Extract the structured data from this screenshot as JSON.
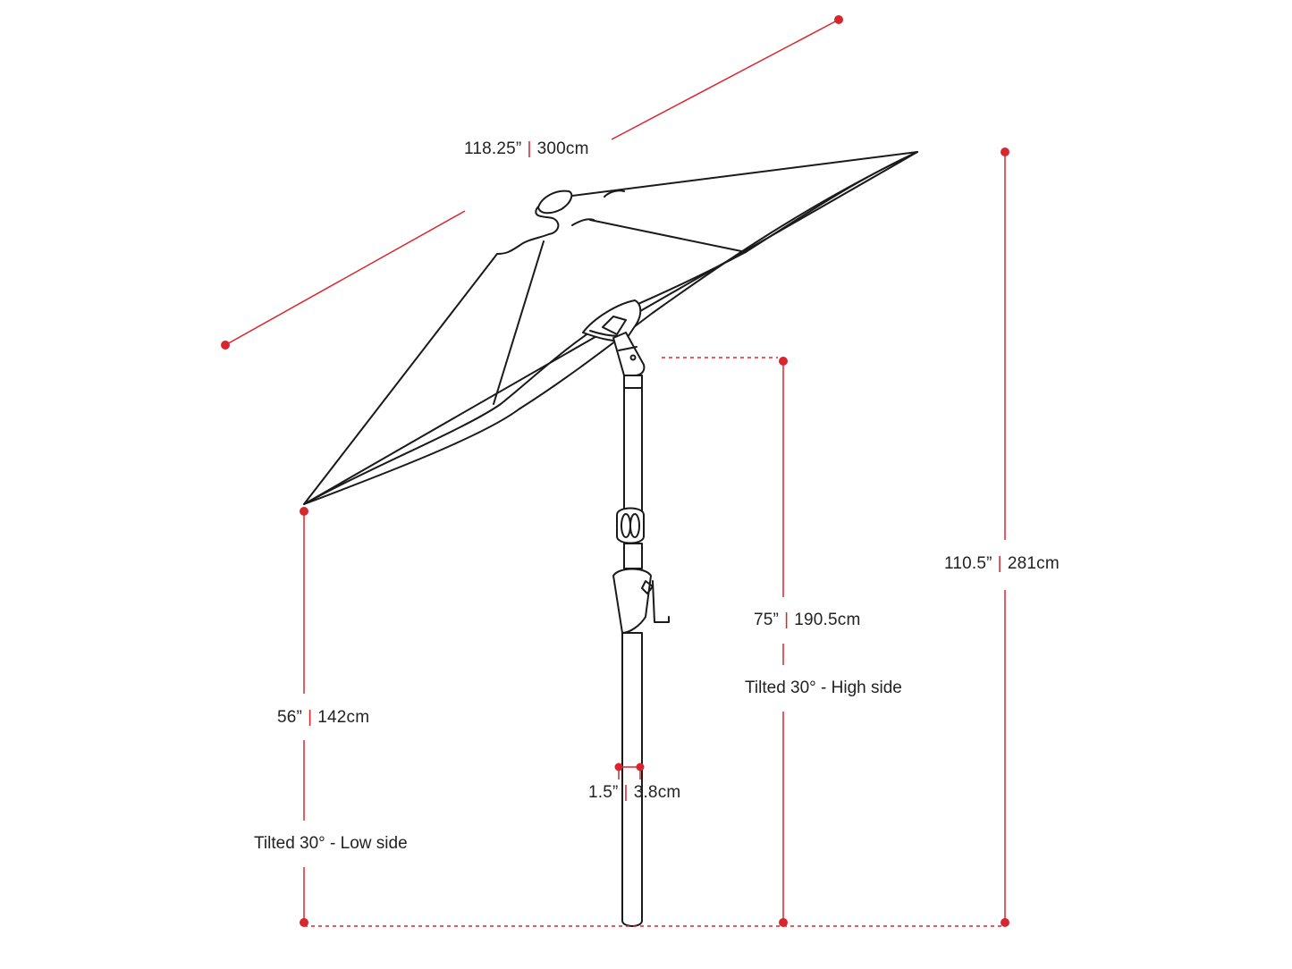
{
  "colors": {
    "dimension": "#d8262e",
    "outline": "#1a1a1a",
    "background": "#ffffff"
  },
  "separator": "|",
  "dimensions": {
    "canopy_diameter": {
      "imperial": "118.25”",
      "metric": "300cm"
    },
    "total_height": {
      "imperial": "110.5”",
      "metric": "281cm"
    },
    "high_side_height": {
      "imperial": "75”",
      "metric": "190.5cm"
    },
    "low_side_height": {
      "imperial": "56”",
      "metric": "142cm"
    },
    "pole_diameter": {
      "imperial": "1.5”",
      "metric": "3.8cm"
    }
  },
  "notes": {
    "high_side": "Tilted 30° - High side",
    "low_side": "Tilted 30° - Low side"
  }
}
